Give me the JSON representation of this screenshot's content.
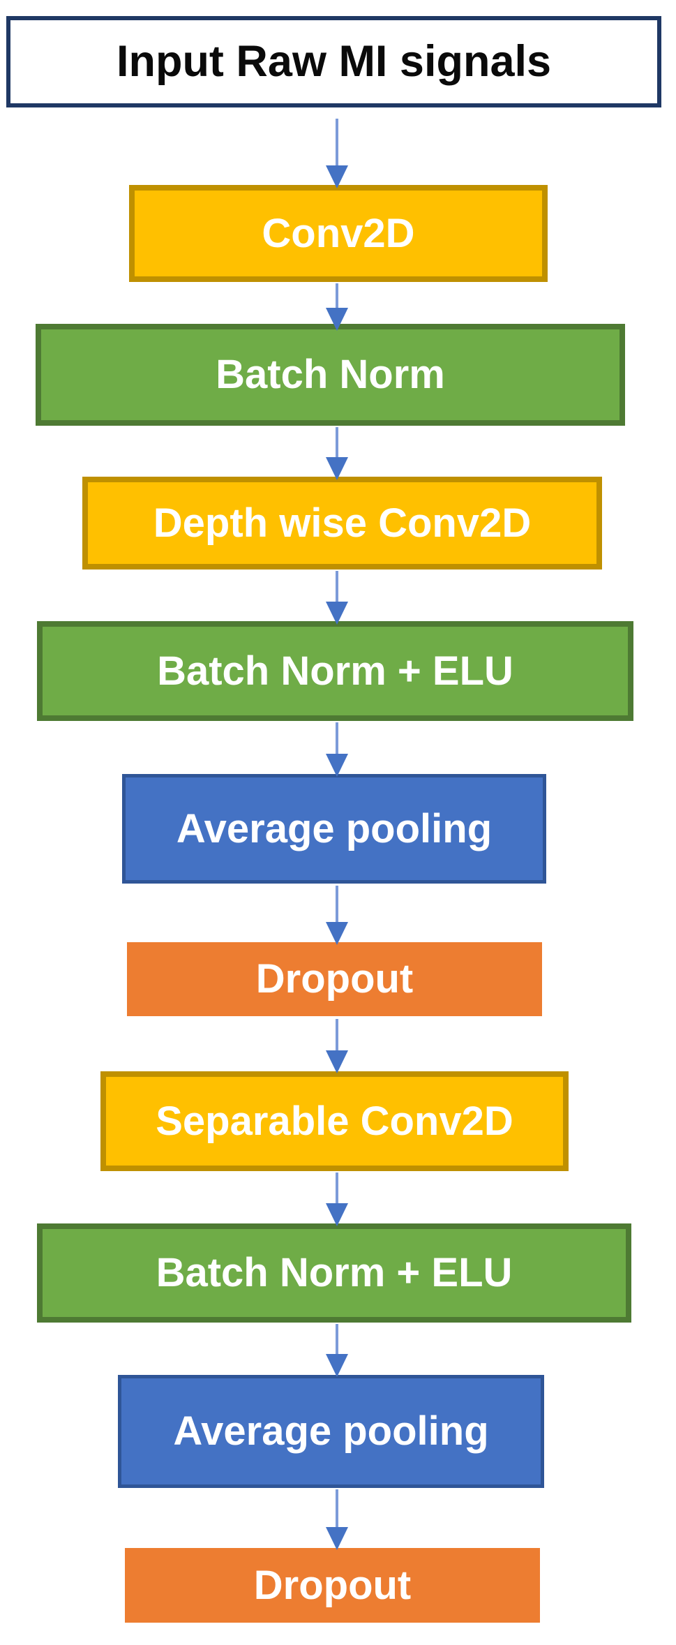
{
  "diagram": {
    "description": "Flowchart of a convolutional neural network pipeline for raw MI signals",
    "nodes": [
      {
        "id": "input",
        "label": "Input Raw MI signals",
        "type": "input",
        "fill": "#FFFFFF",
        "border": "#1F3864",
        "text_color": "#000000"
      },
      {
        "id": "conv2d",
        "label": "Conv2D",
        "type": "conv",
        "fill": "#FFC000",
        "border": "#BF9000",
        "text_color": "#FFFFFF"
      },
      {
        "id": "batch-norm",
        "label": "Batch Norm",
        "type": "norm",
        "fill": "#6FAC47",
        "border": "#4E7A33",
        "text_color": "#FFFFFF"
      },
      {
        "id": "depthwise-conv2d",
        "label": "Depth wise Conv2D",
        "type": "conv",
        "fill": "#FFC000",
        "border": "#BF9000",
        "text_color": "#FFFFFF"
      },
      {
        "id": "batch-norm-elu-1",
        "label": "Batch Norm + ELU",
        "type": "norm",
        "fill": "#6FAC47",
        "border": "#4E7A33",
        "text_color": "#FFFFFF"
      },
      {
        "id": "avg-pooling-1",
        "label": "Average pooling",
        "type": "pool",
        "fill": "#4472C4",
        "border": "#2F5597",
        "text_color": "#FFFFFF"
      },
      {
        "id": "dropout-1",
        "label": "Dropout",
        "type": "dropout",
        "fill": "#ED7D31",
        "border": null,
        "text_color": "#FFFFFF"
      },
      {
        "id": "separable-conv2d",
        "label": "Separable Conv2D",
        "type": "conv",
        "fill": "#FFC000",
        "border": "#BF9000",
        "text_color": "#FFFFFF"
      },
      {
        "id": "batch-norm-elu-2",
        "label": "Batch Norm + ELU",
        "type": "norm",
        "fill": "#6FAC47",
        "border": "#4E7A33",
        "text_color": "#FFFFFF"
      },
      {
        "id": "avg-pooling-2",
        "label": "Average pooling",
        "type": "pool",
        "fill": "#4472C4",
        "border": "#2F5597",
        "text_color": "#FFFFFF"
      },
      {
        "id": "dropout-2",
        "label": "Dropout",
        "type": "dropout",
        "fill": "#ED7D31",
        "border": null,
        "text_color": "#FFFFFF"
      }
    ],
    "edges": [
      {
        "from": "input",
        "to": "conv2d"
      },
      {
        "from": "conv2d",
        "to": "batch-norm"
      },
      {
        "from": "batch-norm",
        "to": "depthwise-conv2d"
      },
      {
        "from": "depthwise-conv2d",
        "to": "batch-norm-elu-1"
      },
      {
        "from": "batch-norm-elu-1",
        "to": "avg-pooling-1"
      },
      {
        "from": "avg-pooling-1",
        "to": "dropout-1"
      },
      {
        "from": "dropout-1",
        "to": "separable-conv2d"
      },
      {
        "from": "separable-conv2d",
        "to": "batch-norm-elu-2"
      },
      {
        "from": "batch-norm-elu-2",
        "to": "avg-pooling-2"
      },
      {
        "from": "avg-pooling-2",
        "to": "dropout-2"
      }
    ],
    "arrow_colors": {
      "line": "#7C9BD9",
      "head": "#4472C4"
    },
    "background": "#FFFFFF"
  }
}
